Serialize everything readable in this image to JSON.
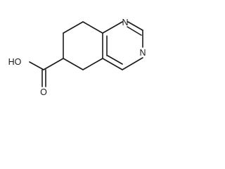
{
  "structure": {
    "atoms": [
      {
        "id": "n1",
        "label": "N"
      },
      {
        "id": "n3",
        "label": "N"
      },
      {
        "id": "oh",
        "label": "HO"
      },
      {
        "id": "o",
        "label": "O"
      }
    ]
  }
}
